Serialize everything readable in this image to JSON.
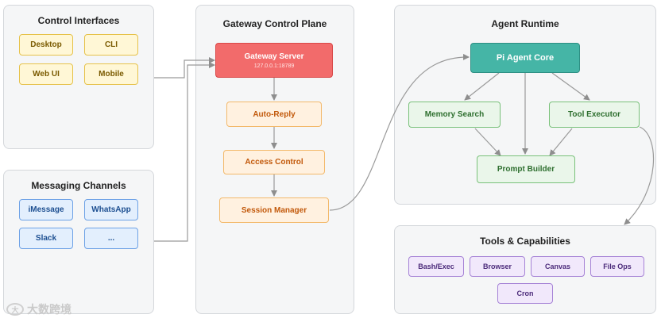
{
  "panels": {
    "control_interfaces": "Control Interfaces",
    "messaging_channels": "Messaging Channels",
    "gateway_control_plane": "Gateway Control Plane",
    "agent_runtime": "Agent Runtime",
    "tools_capabilities": "Tools & Capabilities"
  },
  "control_interfaces": [
    "Desktop",
    "CLI",
    "Web UI",
    "Mobile"
  ],
  "messaging_channels": [
    "iMessage",
    "WhatsApp",
    "Slack",
    "..."
  ],
  "gateway": {
    "server": "Gateway Server",
    "server_address": "127.0.0.1:18789",
    "auto_reply": "Auto-Reply",
    "access_control": "Access Control",
    "session_manager": "Session Manager"
  },
  "agent_runtime": {
    "core": "Pi Agent Core",
    "memory_search": "Memory Search",
    "tool_executor": "Tool Executor",
    "prompt_builder": "Prompt Builder"
  },
  "tools": [
    "Bash/Exec",
    "Browser",
    "Canvas",
    "File Ops",
    "Cron"
  ],
  "watermark": "大数跨境",
  "colors": {
    "gateway_server": "#f26b6b",
    "agent_core": "#45b5a6",
    "gateway_steps": "#fff1e0",
    "runtime_nodes": "#eaf6ea",
    "tools": "#f1e8fb",
    "interfaces": "#fff7d6",
    "channels": "#e3effd"
  }
}
